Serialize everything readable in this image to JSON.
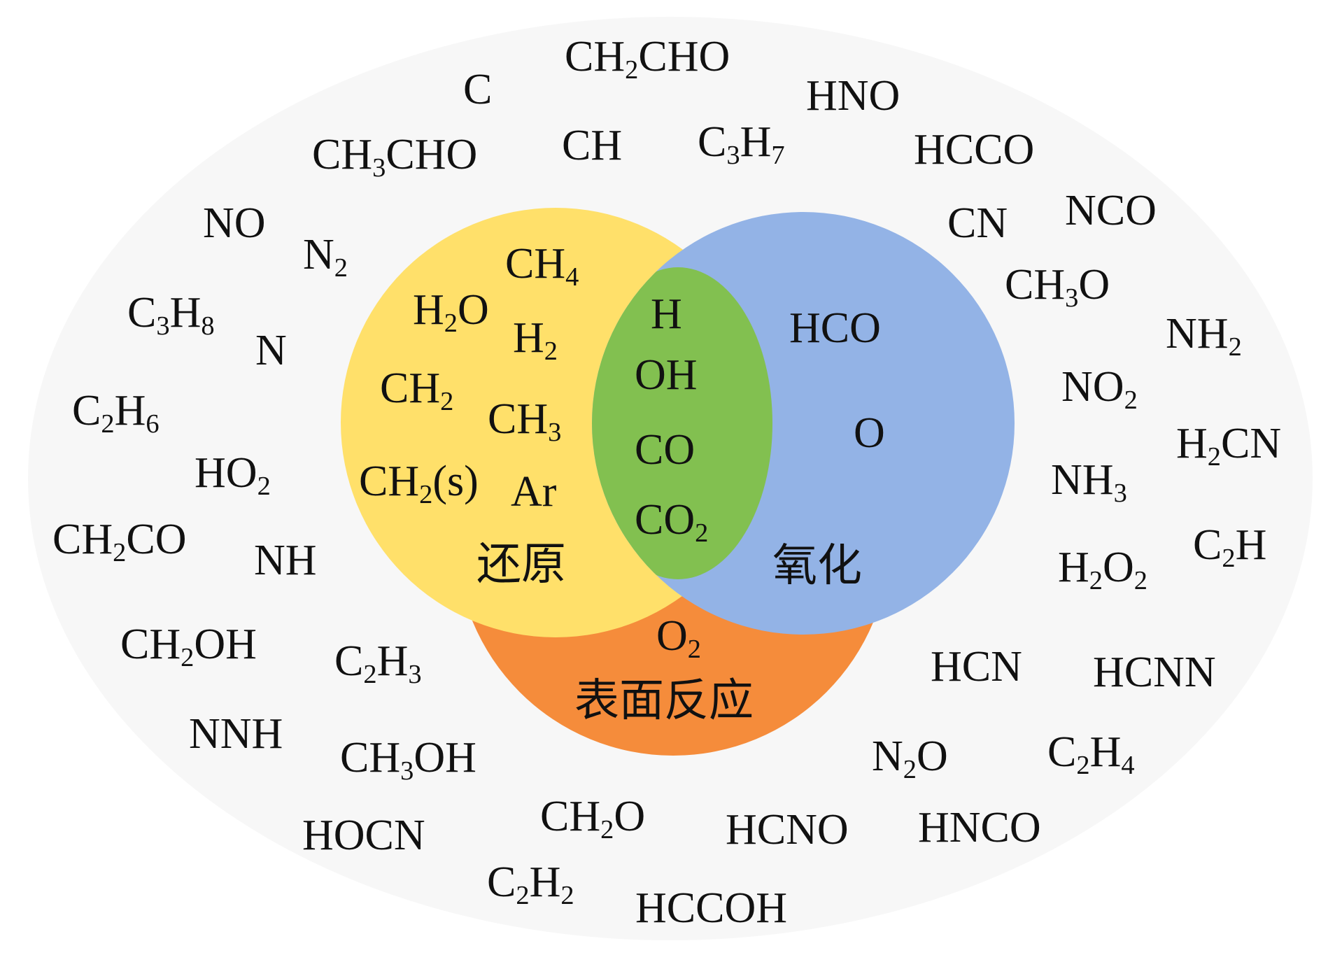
{
  "colors": {
    "background_ellipse": "#f7f7f7",
    "reduction_circle": "#ffe06a",
    "oxidation_circle": "#93b3e6",
    "surface_circle": "#f58c3b",
    "intersection": "#82c050",
    "text": "#111111"
  },
  "regions": {
    "reduction": {
      "label": "还原",
      "species": [
        "CH4",
        "H2O",
        "H2",
        "CH2",
        "CH3",
        "CH2(s)",
        "Ar"
      ]
    },
    "overlap": {
      "species": [
        "H",
        "OH",
        "CO",
        "CO2"
      ]
    },
    "oxidation": {
      "label": "氧化",
      "species": [
        "HCO",
        "O"
      ]
    },
    "surface": {
      "label": "表面反应",
      "species": [
        "O2"
      ]
    }
  },
  "outer_species": [
    "CH2CHO",
    "C",
    "HNO",
    "CH3CHO",
    "CH",
    "C3H7",
    "HCCO",
    "NO",
    "CN",
    "NCO",
    "N2",
    "CH3O",
    "C3H8",
    "NH2",
    "N",
    "C2H6",
    "NO2",
    "H2CN",
    "HO2",
    "NH3",
    "CH2CO",
    "NH",
    "C2H",
    "H2O2",
    "CH2OH",
    "C2H3",
    "HCN",
    "HCNN",
    "NNH",
    "CH3OH",
    "N2O",
    "C2H4",
    "HOCN",
    "CH2O",
    "HCNO",
    "HNCO",
    "C2H2",
    "HCCOH"
  ]
}
